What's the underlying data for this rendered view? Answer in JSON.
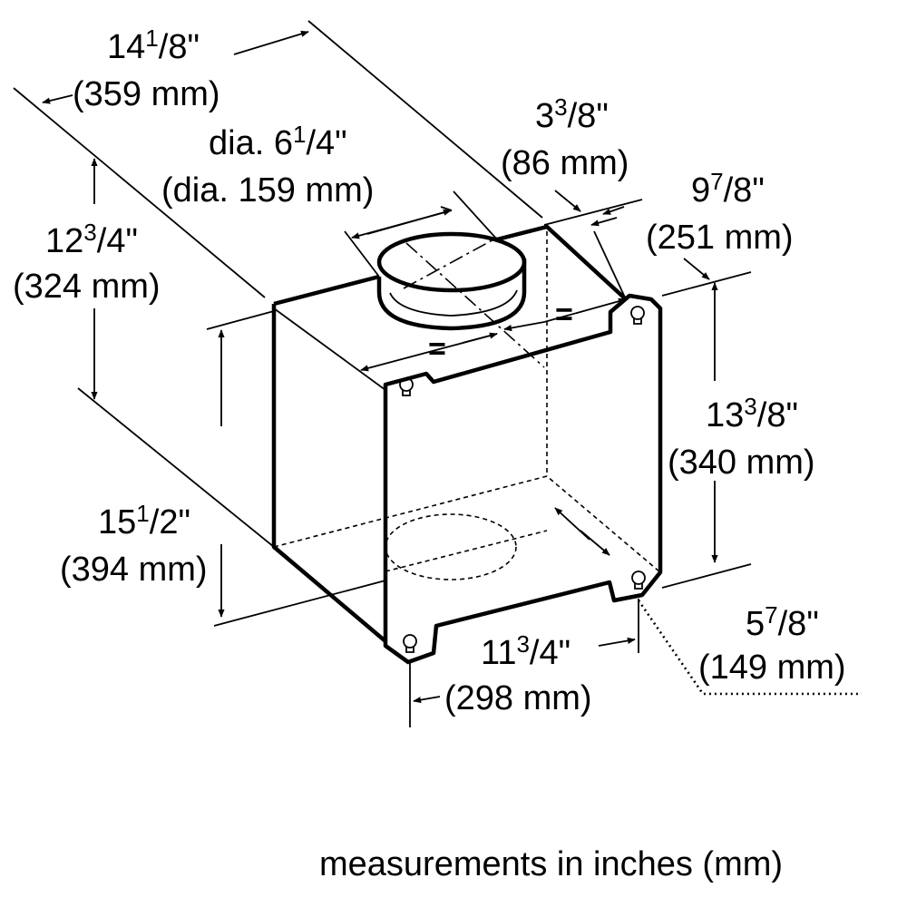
{
  "dimensions": {
    "width_overall": {
      "whole": "14",
      "num": "1",
      "den": "8",
      "mm": "(359 mm)"
    },
    "depth_top": {
      "whole": "12",
      "num": "3",
      "den": "4",
      "mm": "(324 mm)"
    },
    "duct_diameter": {
      "prefix": "dia. ",
      "whole": "6",
      "num": "1",
      "den": "4",
      "mm": "(dia. 159 mm)"
    },
    "duct_offset": {
      "whole": "3",
      "num": "3",
      "den": "8",
      "mm": "(86 mm)"
    },
    "width_side": {
      "whole": "9",
      "num": "7",
      "den": "8",
      "mm": "(251 mm)"
    },
    "height_right": {
      "whole": "13",
      "num": "3",
      "den": "8",
      "mm": "(340 mm)"
    },
    "height_left": {
      "whole": "15",
      "num": "1",
      "den": "2",
      "mm": "(394 mm)"
    },
    "hole_spacing": {
      "whole": "11",
      "num": "3",
      "den": "4",
      "mm": "(298 mm)"
    },
    "hole_depth": {
      "whole": "5",
      "num": "7",
      "den": "8",
      "mm": "(149 mm)"
    }
  },
  "symbols": {
    "equal_sign": "="
  },
  "caption": "measurements in inches (mm)"
}
